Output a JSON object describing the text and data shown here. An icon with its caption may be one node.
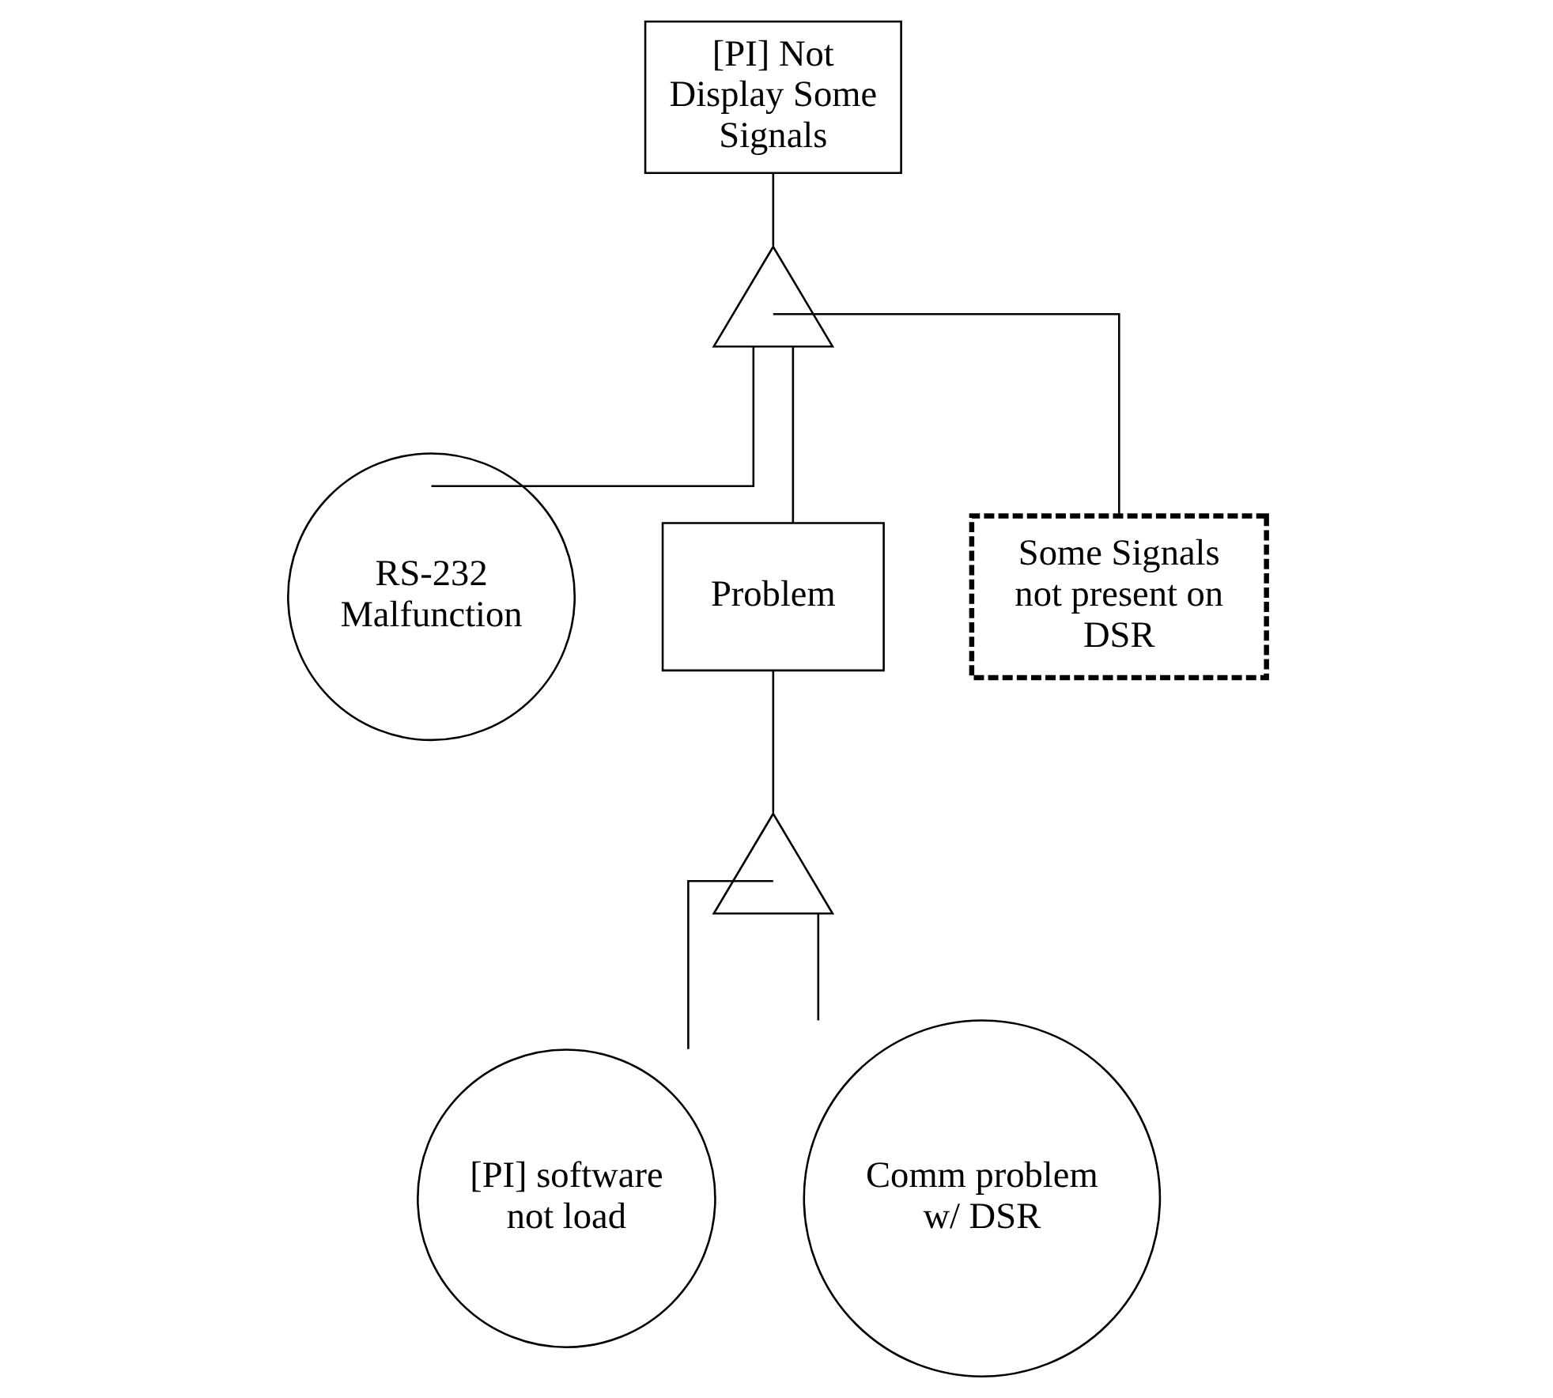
{
  "diagram": {
    "nodes": [
      {
        "text": [
          "[PI] Not Display Some Signals"
        ]
      },
      {
        "text": [],
        "shape": "gate"
      },
      {
        "text": [
          "RS-232 Malfunction"
        ]
      },
      {
        "text": [
          "Problem"
        ]
      },
      {
        "text": [
          "Some Signals not present on DSR"
        ]
      },
      {
        "text": [],
        "shape": "gate"
      },
      {
        "text": [
          "[PI] software not load"
        ]
      },
      {
        "text": [
          "Comm problem w/ DSR"
        ]
      }
    ],
    "edges": [
      {
        "from": 0,
        "to": 1,
        "arrow": "none"
      },
      {
        "from": 1,
        "to": 2,
        "arrow": "none"
      },
      {
        "from": 1,
        "to": 3,
        "arrow": "none"
      },
      {
        "from": 1,
        "to": 4,
        "arrow": "none"
      },
      {
        "from": 3,
        "to": 5,
        "arrow": "none"
      },
      {
        "from": 5,
        "to": 6,
        "arrow": "none"
      },
      {
        "from": 5,
        "to": 7,
        "arrow": "none"
      }
    ]
  }
}
